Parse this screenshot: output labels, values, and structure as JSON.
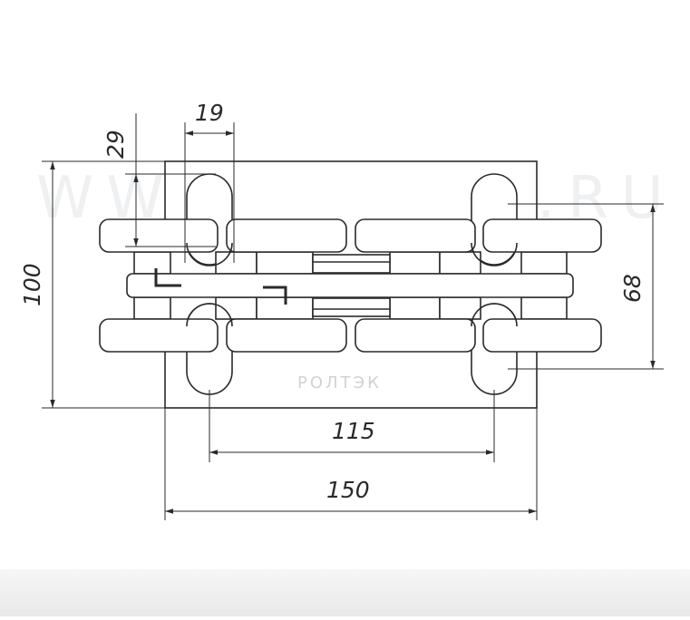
{
  "watermark": "WWW.ROLCO.RU",
  "brand": "РОЛТЭК",
  "dimensions": {
    "d19": "19",
    "d29": "29",
    "d100": "100",
    "d68": "68",
    "d115": "115",
    "d150": "150"
  },
  "colors": {
    "line": "#2a2a2a",
    "fill": "#ffffff",
    "background": "#ffffff"
  }
}
